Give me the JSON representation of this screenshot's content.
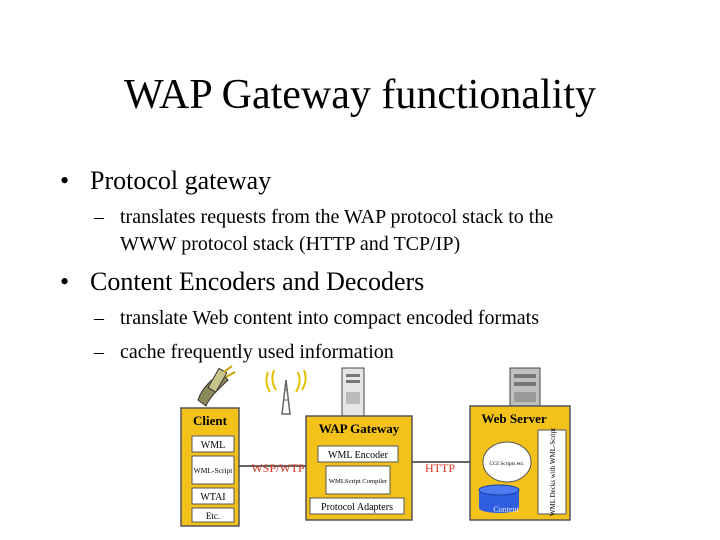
{
  "slide": {
    "title": "WAP Gateway functionality",
    "bullets": [
      {
        "text": "Protocol gateway",
        "subs": [
          "translates requests from the WAP protocol stack to the",
          "WWW protocol stack (HTTP and TCP/IP)"
        ]
      },
      {
        "text": "Content Encoders and Decoders",
        "subs": [
          "translate Web content into compact encoded formats",
          "cache frequently used information"
        ]
      }
    ]
  },
  "diagram": {
    "client": {
      "title": "Client",
      "items": [
        "WML",
        "WML-Script",
        "WTAI",
        "Etc."
      ]
    },
    "gateway": {
      "title": "WAP Gateway",
      "items": [
        "WML Encoder",
        "WMLScript Compiler",
        "Protocol Adapters"
      ]
    },
    "server": {
      "title": "Web Server",
      "cgi": "CGI Scripts etc.",
      "decks": "WML Decks with WML-Script",
      "content": "Content"
    },
    "links": {
      "left": "WSP/WTP",
      "right": "HTTP"
    },
    "colors": {
      "box_fill": "#f2c21b",
      "link_label": "#d2331e",
      "content_db": "#2f5fe0"
    },
    "icons": [
      "phone-icon",
      "antenna-icon",
      "gateway-server-icon",
      "web-server-icon"
    ]
  }
}
